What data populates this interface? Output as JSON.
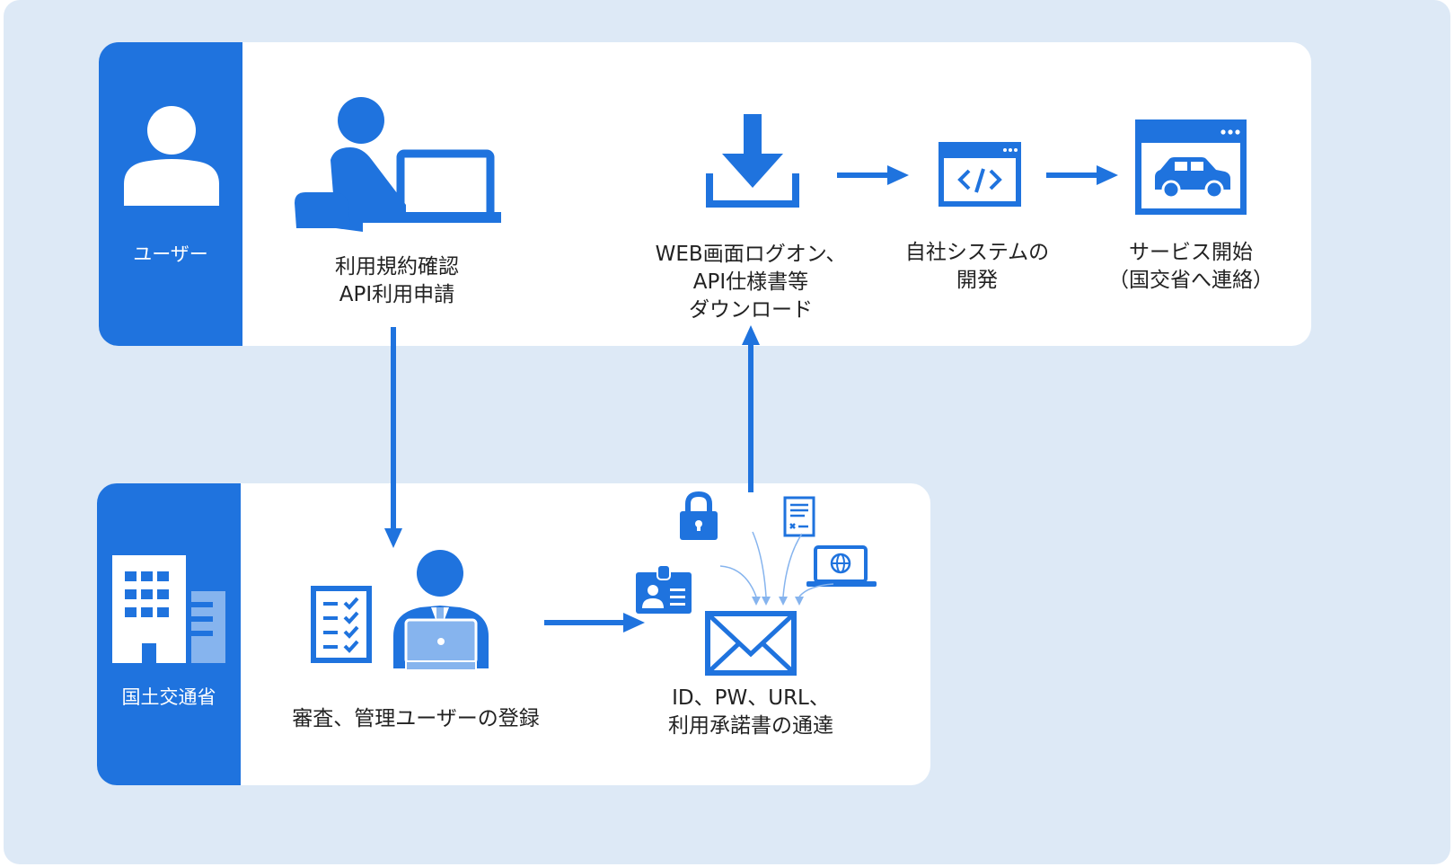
{
  "colors": {
    "accent": "#1f73de",
    "accent_light": "#86b4ee",
    "background": "#dde9f6",
    "panel": "#ffffff"
  },
  "lanes": {
    "user": {
      "label": "ユーザー",
      "icon": "user-icon"
    },
    "ministry": {
      "label": "国土交通省",
      "icon": "building-icon"
    }
  },
  "steps": {
    "apply": {
      "icon": "person-at-laptop-icon",
      "lines": [
        "利用規約確認",
        "API利用申請"
      ]
    },
    "download": {
      "icon": "download-icon",
      "lines": [
        "WEB画面ログオン、",
        "API仕様書等",
        "ダウンロード"
      ]
    },
    "develop": {
      "icon": "code-window-icon",
      "lines": [
        "自社システムの",
        "開発"
      ]
    },
    "launch": {
      "icon": "car-window-icon",
      "lines": [
        "サービス開始",
        "（国交省へ連絡）"
      ]
    },
    "review": {
      "icons": [
        "checklist-icon",
        "admin-user-laptop-icon"
      ],
      "lines": [
        "審査、管理ユーザーの登録"
      ]
    },
    "notify": {
      "icons": [
        "id-card-icon",
        "lock-icon",
        "document-icon",
        "laptop-globe-icon",
        "envelope-icon"
      ],
      "lines": [
        "ID、PW、URL、",
        "利用承諾書の通達"
      ]
    }
  }
}
